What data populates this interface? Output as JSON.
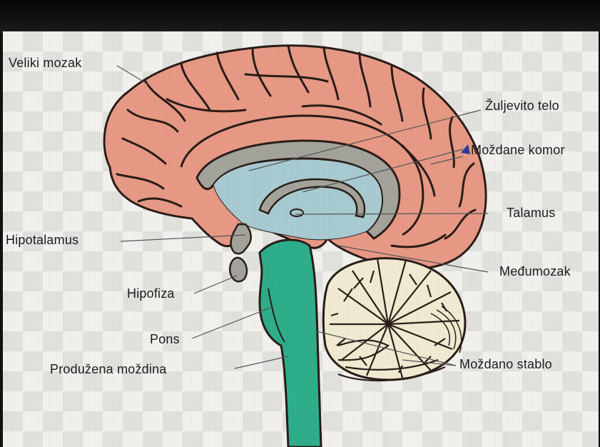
{
  "diagram": {
    "labels": {
      "veliki_mozak": "Veliki mozak",
      "zuljevito_telo": "Žuljevito telo",
      "mozdane_komore": "Moždane komor",
      "talamus": "Talamus",
      "hipotalamus": "Hipotalamus",
      "medjumozak": "Međumozak",
      "hipofiza": "Hipofiza",
      "pons": "Pons",
      "produzena_mozdina": "Produžena moždina",
      "mozdano_stablo": "Moždano stablo"
    },
    "colors": {
      "cerebrum": "#e89a86",
      "corpus_callosum": "#a4a49c",
      "ventricle": "#a9cbd2",
      "brainstem": "#2fae8c",
      "cerebellum": "#f1ecd2",
      "outline": "#2a1d18"
    }
  }
}
